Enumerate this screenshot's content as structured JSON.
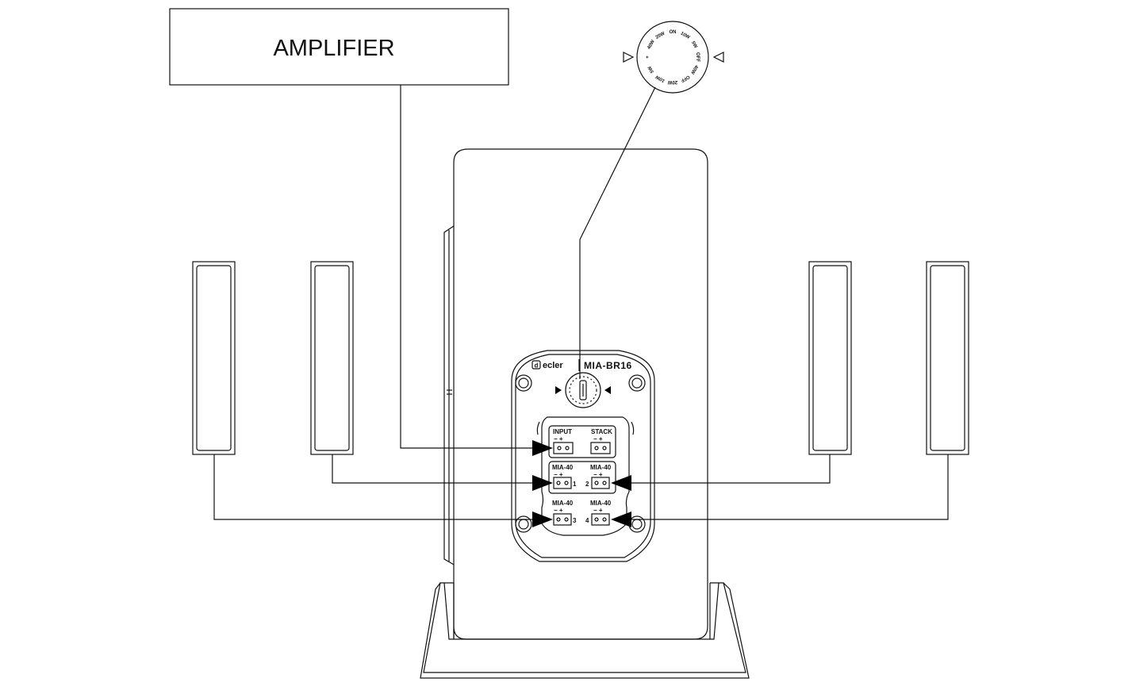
{
  "amplifier": {
    "label": "AMPLIFIER"
  },
  "module": {
    "brand": "ecler",
    "model": "MIA-BR16",
    "ports": {
      "input": {
        "label": "INPUT",
        "polarity": "− +"
      },
      "stack": {
        "label": "STACK",
        "polarity": "− +"
      },
      "mia1": {
        "label": "MIA-40",
        "polarity": "− +",
        "number": "1"
      },
      "mia2": {
        "label": "MIA-40",
        "polarity": "− +",
        "number": "2"
      },
      "mia3": {
        "label": "MIA-40",
        "polarity": "− +",
        "number": "3"
      },
      "mia4": {
        "label": "MIA-40",
        "polarity": "− +",
        "number": "4"
      }
    }
  },
  "dial_zoom": {
    "labels": [
      "40W",
      "20W",
      "ON",
      "10W",
      "5W",
      "OFF",
      "40W",
      "OFF",
      "20W",
      "10W",
      "5W",
      "+"
    ]
  },
  "speakers": [
    "left-outer",
    "left-inner",
    "right-inner",
    "right-outer"
  ]
}
